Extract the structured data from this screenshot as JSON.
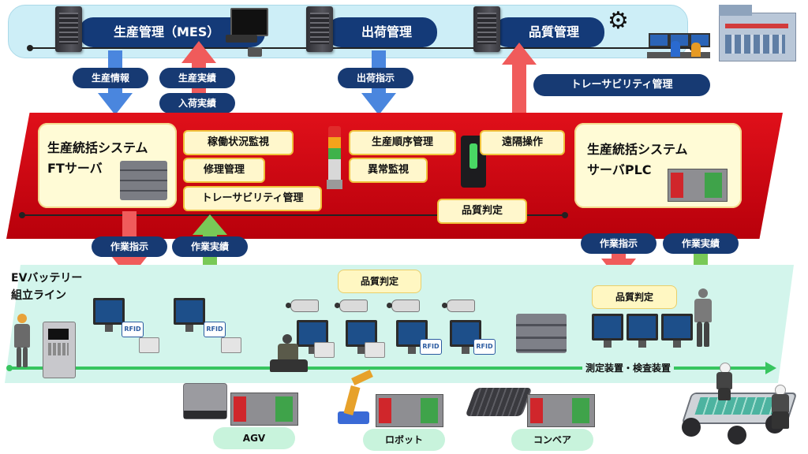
{
  "top": {
    "mes": "生産管理（MES）",
    "shipping": "出荷管理",
    "quality": "品質管理",
    "traceability_mgmt": "トレーサビリティ管理"
  },
  "top_flows": {
    "production_info": "生産情報",
    "production_results": "生産実績",
    "receiving_results": "入荷実績",
    "shipping_instruction": "出荷指示"
  },
  "red_band": {
    "ft_server_line1": "生産統括システム",
    "ft_server_line2": "FTサーバ",
    "operation_monitoring": "稼働状況監視",
    "repair_mgmt": "修理管理",
    "traceability_mgmt": "トレーサビリティ管理",
    "sequence_mgmt": "生産順序管理",
    "anomaly_monitoring": "異常監視",
    "remote_operation": "遠隔操作",
    "quality_judgment": "品質判定",
    "plc_server_line1": "生産統括システム",
    "plc_server_line2": "サーバPLC"
  },
  "mid_flows": {
    "work_instruction_left": "作業指示",
    "work_results_left": "作業実績",
    "work_instruction_right": "作業指示",
    "work_results_right": "作業実績"
  },
  "line": {
    "title_line1": "EVバッテリー",
    "title_line2": "組立ライン",
    "quality_judgment_center": "品質判定",
    "quality_judgment_right": "品質判定",
    "measurement": "測定装置・検査装置",
    "rfid": "RFID",
    "agv": "AGV",
    "robot": "ロボット",
    "conveyor": "コンベア"
  },
  "icons": [
    "server-icon",
    "monitor-icon",
    "camera-icon",
    "rfid-icon",
    "printer-icon",
    "plc-icon",
    "gear-icon",
    "factory-icon",
    "signal-tower-icon",
    "worker-icon"
  ],
  "colors": {
    "navy": "#173a73",
    "red": "#d60b14",
    "cream": "#fffbd6",
    "mint": "#c8f3dc",
    "blue_arrow": "#4a86de",
    "pink_arrow": "#f05b5b",
    "green_arrow": "#79c957"
  }
}
